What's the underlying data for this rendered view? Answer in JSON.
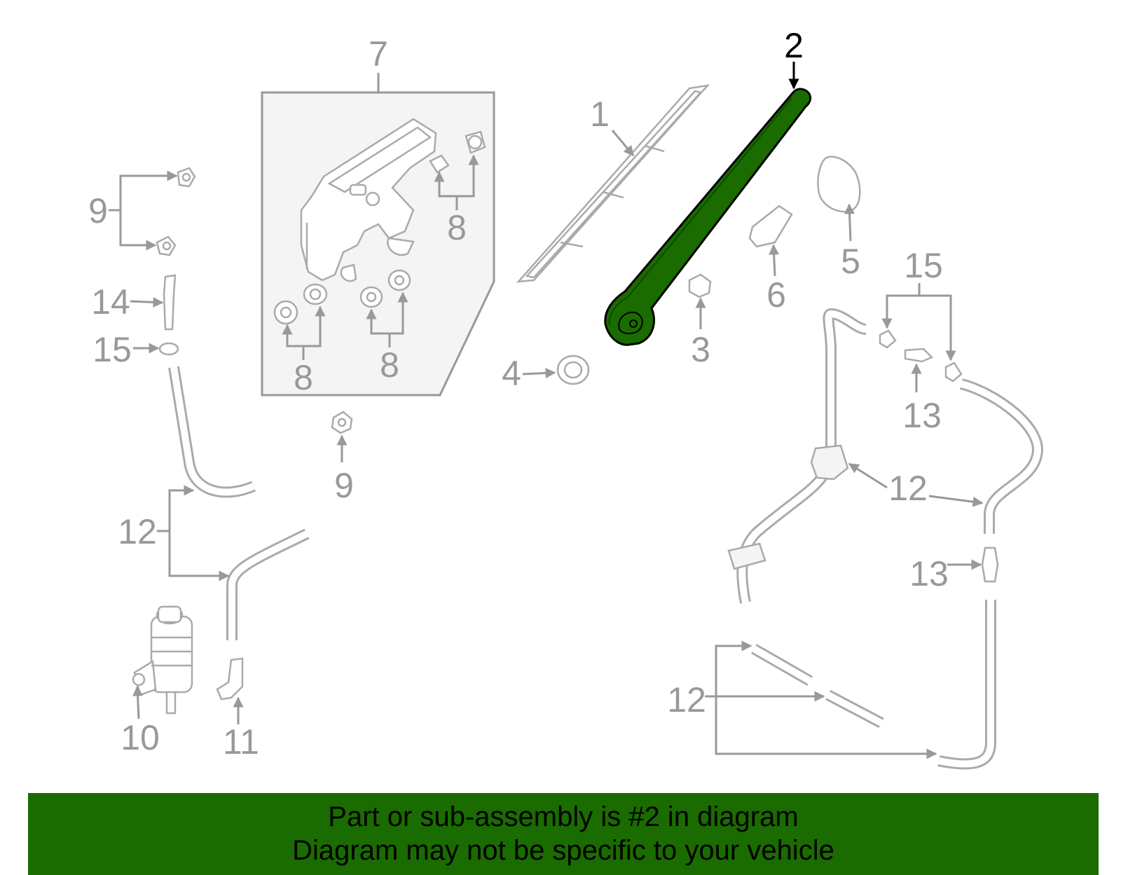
{
  "diagram": {
    "highlighted_part": "2",
    "highlight_color": "#1a6b00",
    "line_color": "#999999",
    "callouts": {
      "c1": "1",
      "c2": "2",
      "c3": "3",
      "c4": "4",
      "c5": "5",
      "c6": "6",
      "c7": "7",
      "c8a": "8",
      "c8b": "8",
      "c8c": "8",
      "c9a": "9",
      "c9b": "9",
      "c10": "10",
      "c11": "11",
      "c12a": "12",
      "c12b": "12",
      "c12c": "12",
      "c13a": "13",
      "c13b": "13",
      "c14": "14",
      "c15a": "15",
      "c15b": "15"
    }
  },
  "banner": {
    "line1": "Part or sub-assembly is #2 in diagram",
    "line2": "Diagram may not be specific to your vehicle",
    "background": "#1a6b00"
  }
}
